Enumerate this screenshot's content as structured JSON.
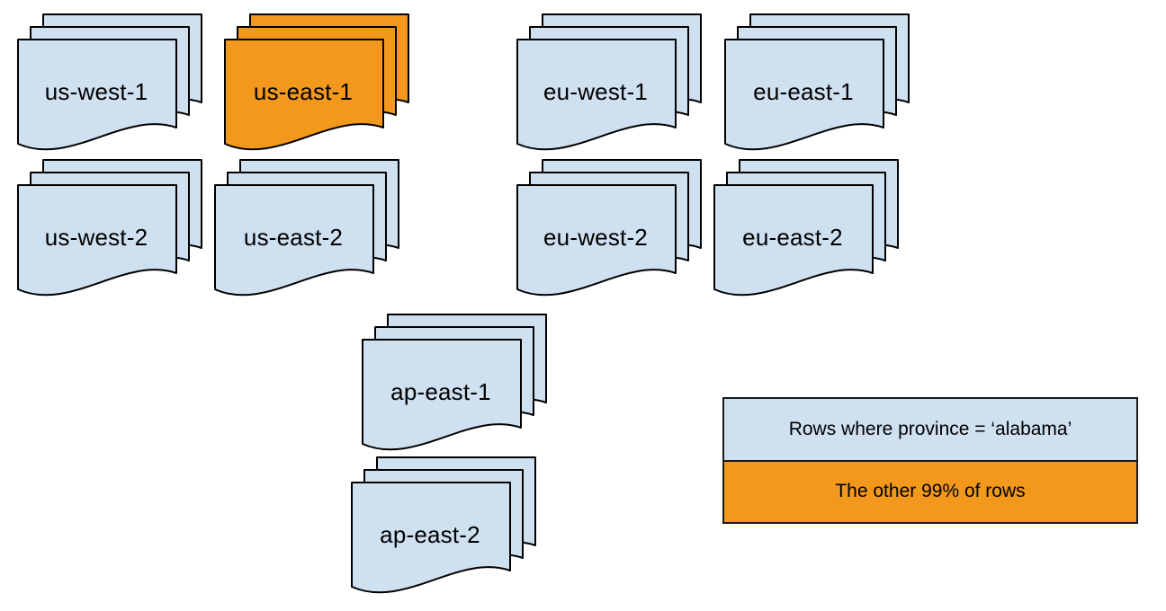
{
  "diagram": {
    "description": "Document stacks per cloud region; us-east-1 highlighted",
    "background": "#ffffff"
  },
  "colors": {
    "region_fill": "#cfe0f1",
    "highlight_fill": "#f2991d",
    "stroke": "#000000"
  },
  "stacks": [
    {
      "label": "us-west-1",
      "highlighted": false
    },
    {
      "label": "us-east-1",
      "highlighted": true
    },
    {
      "label": "eu-west-1",
      "highlighted": false
    },
    {
      "label": "eu-east-1",
      "highlighted": false
    },
    {
      "label": "us-west-2",
      "highlighted": false
    },
    {
      "label": "us-east-2",
      "highlighted": false
    },
    {
      "label": "eu-west-2",
      "highlighted": false
    },
    {
      "label": "eu-east-2",
      "highlighted": false
    },
    {
      "label": "ap-east-1",
      "highlighted": false
    },
    {
      "label": "ap-east-2",
      "highlighted": false
    }
  ],
  "legend": {
    "items": [
      {
        "label": "Rows where province = ‘alabama’",
        "color": "#cfe0f1"
      },
      {
        "label": "The other 99% of rows",
        "color": "#f2991d"
      }
    ]
  }
}
